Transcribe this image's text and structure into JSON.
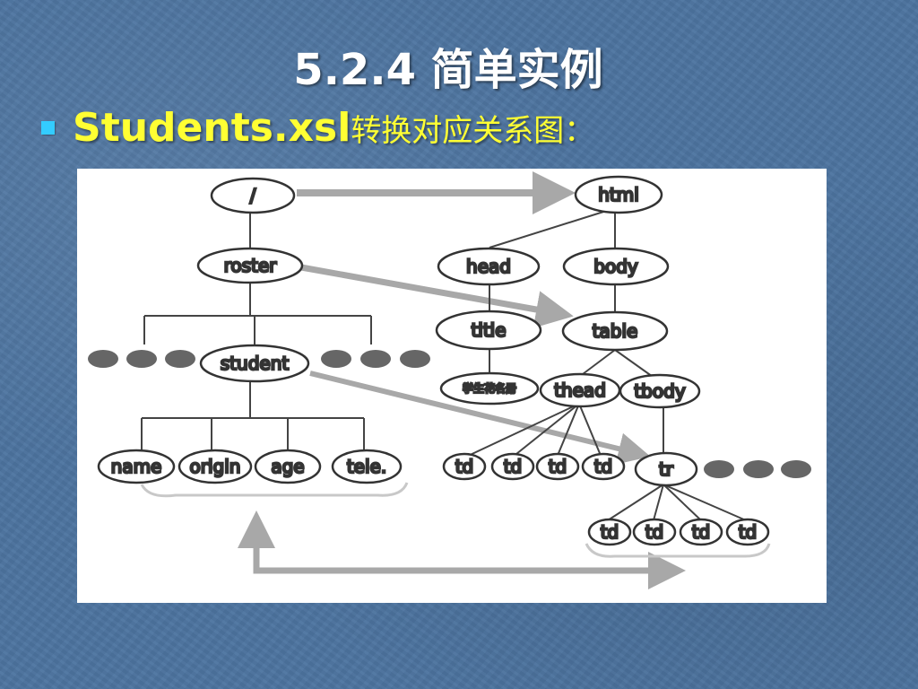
{
  "slide": {
    "title": "5.2.4 简单实例",
    "bullet": {
      "prefix": "Students.xsl",
      "suffix": "转换对应关系图："
    }
  },
  "diagram": {
    "nodes": {
      "root": "/",
      "roster": "roster",
      "student": "student",
      "name": "name",
      "origin": "origin",
      "age": "age",
      "tele": "tele.",
      "html": "html",
      "head": "head",
      "body": "body",
      "title": "title",
      "table": "table",
      "title_text": "学生花名册",
      "thead": "thead",
      "tbody": "tbody",
      "thead_td": "td",
      "tr": "tr",
      "tr_td": "td"
    }
  }
}
